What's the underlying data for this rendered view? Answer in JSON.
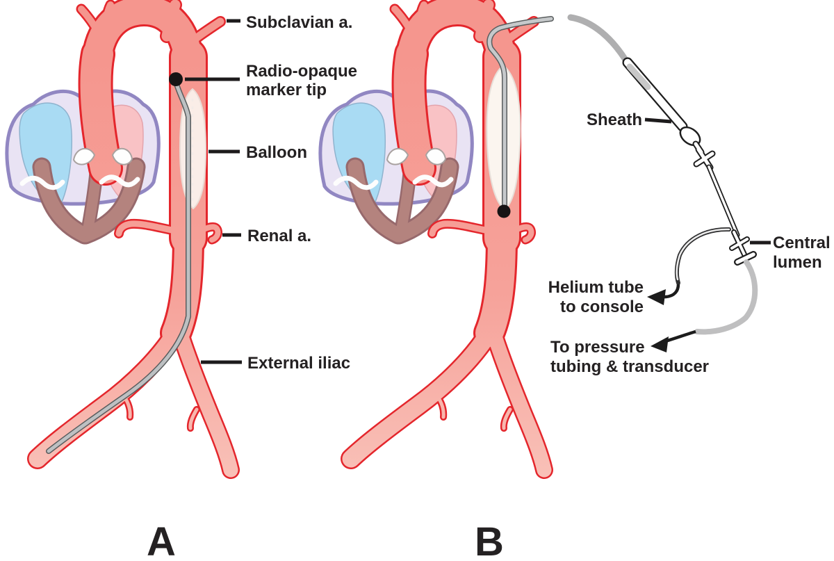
{
  "panel_a": {
    "letter": "A",
    "labels": {
      "subclavian": "Subclavian a.",
      "marker_line1": "Radio-opaque",
      "marker_line2": "marker tip",
      "balloon": "Balloon",
      "renal": "Renal a.",
      "external_iliac": "External iliac"
    }
  },
  "panel_b": {
    "letter": "B",
    "labels": {
      "sheath": "Sheath",
      "central_lumen_line1": "Central",
      "central_lumen_line2": "lumen",
      "helium_line1": "Helium tube",
      "helium_line2": "to console",
      "pressure_line1": "To pressure",
      "pressure_line2": "tubing & transducer"
    }
  },
  "colors": {
    "vessel_fill": "#F6A29A",
    "vessel_outline": "#E4262C",
    "catheter_light": "#BDC0C2",
    "catheter_dark": "#585C5D",
    "balloon_fill": "#FAF2EC",
    "heart_blue": "#A9DBF3",
    "heart_pink": "#F9C2C5",
    "myocardium": "#B4837E",
    "pericardium": "#9187C2",
    "label_text": "#242122"
  }
}
